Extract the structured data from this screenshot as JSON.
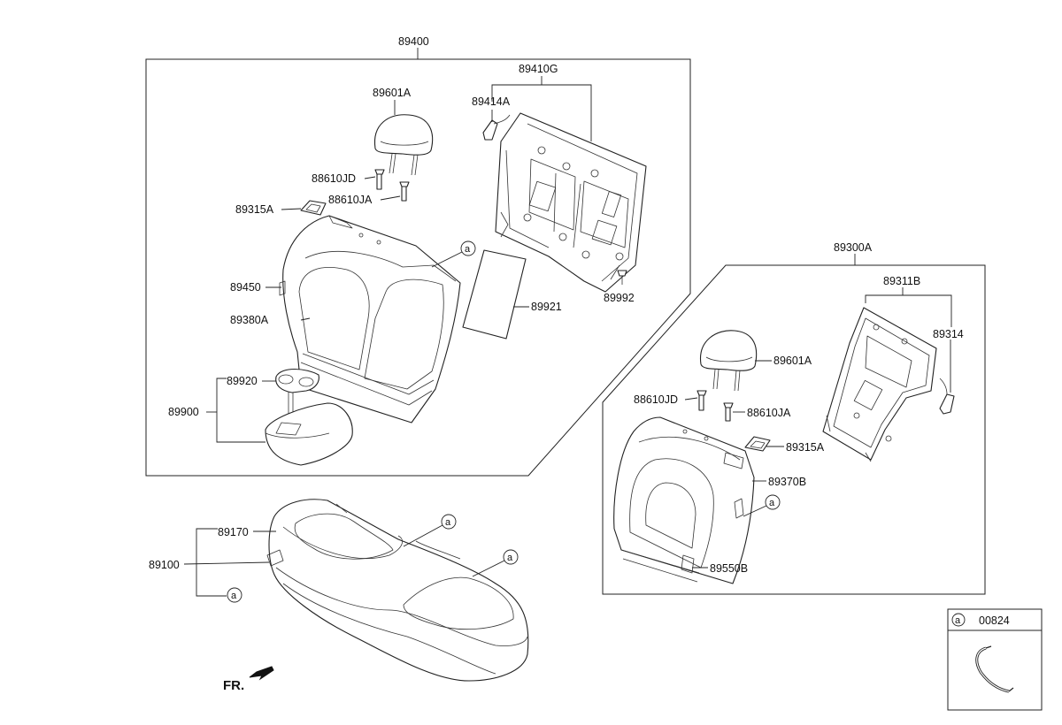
{
  "assemblies": {
    "back_left": "89400",
    "back_right": "89300A"
  },
  "labels": {
    "headrest_left": "89601A",
    "headrest_right": "89601A",
    "guide_jd_left": "88610JD",
    "guide_ja_left": "88610JA",
    "guide_jd_right": "88610JD",
    "guide_ja_right": "88610JA",
    "bezel_left": "89315A",
    "bezel_right": "89315A",
    "frame_left": "89410G",
    "latch_left": "89414A",
    "nut": "89992",
    "cover_left": "89450",
    "pad_left": "89380A",
    "board": "89921",
    "cupholder": "89920",
    "armrest": "89900",
    "frame_right": "89311B",
    "latch_right": "89314",
    "back_cover_right": "89370B",
    "hinge_cover": "89550B",
    "cushion_cover": "89170",
    "cushion_assy": "89100"
  },
  "callout": {
    "letter": "a",
    "part": "00824"
  },
  "front_indicator": "FR."
}
